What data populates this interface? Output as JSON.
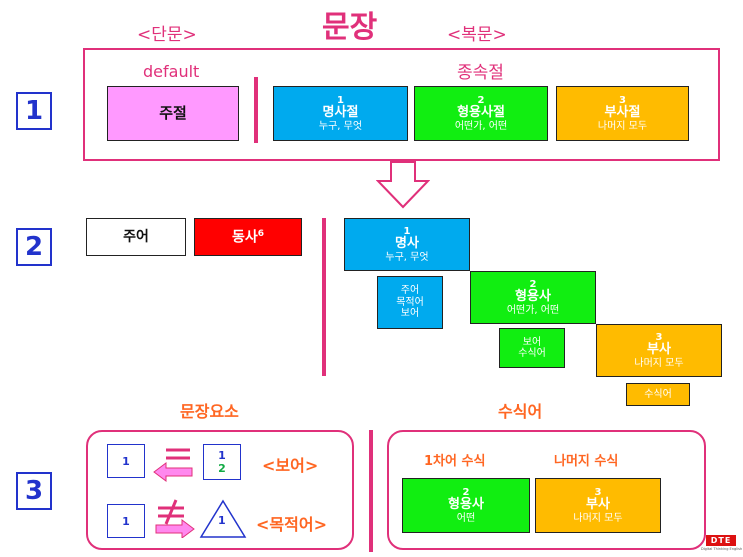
{
  "header": {
    "title": "문장",
    "simple": "<단문>",
    "complex": "<복문>"
  },
  "row1": {
    "number": "1",
    "default_label": "default",
    "subordinate_label": "종속절",
    "main_clause": "주절",
    "noun_clause": {
      "num": "1",
      "name": "명사절",
      "desc": "누구, 무엇"
    },
    "adj_clause": {
      "num": "2",
      "name": "형용사절",
      "desc": "어떤가, 어떤"
    },
    "adv_clause": {
      "num": "3",
      "name": "부사절",
      "desc": "나머지 모두"
    }
  },
  "row2": {
    "number": "2",
    "subject": "주어",
    "verb": "동사",
    "verb_sup": "6",
    "noun": {
      "num": "1",
      "name": "명사",
      "desc": "누구, 무엇"
    },
    "noun_roles": [
      "주어",
      "목적어",
      "보어"
    ],
    "adj": {
      "num": "2",
      "name": "형용사",
      "desc": "어떤가, 어떤"
    },
    "adj_roles": [
      "보어",
      "수식어"
    ],
    "adv": {
      "num": "3",
      "name": "부사",
      "desc": "나머지 모두"
    },
    "adv_roles": [
      "수식어"
    ]
  },
  "row3": {
    "number": "3",
    "elements_title": "문장요소",
    "modifier_title": "수식어",
    "eq_left": "1",
    "eq_right_top": "1",
    "eq_right_bottom": "2",
    "eq_label": "<보어>",
    "neq_left": "1",
    "neq_right": "1",
    "neq_label": "<목적어>",
    "first_mod": "1차어 수식",
    "rest_mod": "나머지 수식",
    "adj": {
      "num": "2",
      "name": "형용사",
      "desc": "어떤"
    },
    "adv": {
      "num": "3",
      "name": "부사",
      "desc": "나머지 모두"
    }
  },
  "logo": {
    "text": "DTE",
    "caption": "Digital Thinking English"
  },
  "colors": {
    "accent": "#e0307a",
    "blue": "#00aaee",
    "green": "#11ee11",
    "yellow": "#ffbb00",
    "number_blue": "#2233cc",
    "orange": "#ff6622"
  }
}
